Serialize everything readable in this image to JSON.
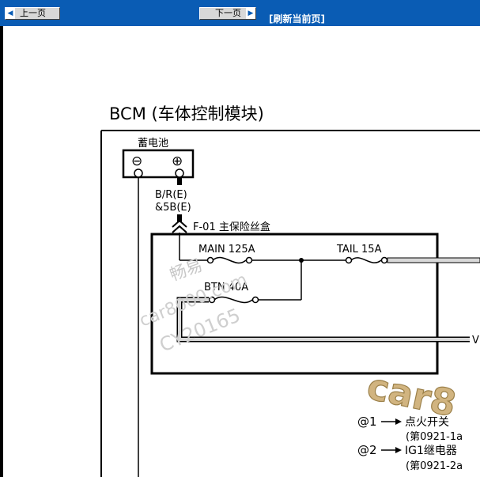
{
  "toolbar": {
    "prev_label": "上一页",
    "next_label": "下一页",
    "refresh_label": "[刷新当前页]",
    "prev_icon": "arrow-left-icon",
    "next_icon": "arrow-right-icon"
  },
  "diagram": {
    "title": "BCM (车体控制模块)",
    "battery_label": "蓄电池",
    "battery_neg_terminal": "⊖",
    "battery_pos_terminal": "⊕",
    "wire_label_line1": "B/R(E)",
    "wire_label_line2": "&5B(E)",
    "fuse_box_label": "F-01 主保险丝盒",
    "fuses": [
      {
        "label": "MAIN 125A"
      },
      {
        "label": "TAIL 15A"
      },
      {
        "label": "BTN 40A"
      }
    ],
    "edge_label": "V",
    "notes": [
      {
        "ref": "@1",
        "text": "点火开关",
        "sub": "(第0921-1a"
      },
      {
        "ref": "@2",
        "text": "IG1继电器",
        "sub": "(第0921-2a"
      }
    ],
    "watermarks": [
      "畅易",
      "car8000.com",
      "CY20165",
      "car8"
    ]
  }
}
